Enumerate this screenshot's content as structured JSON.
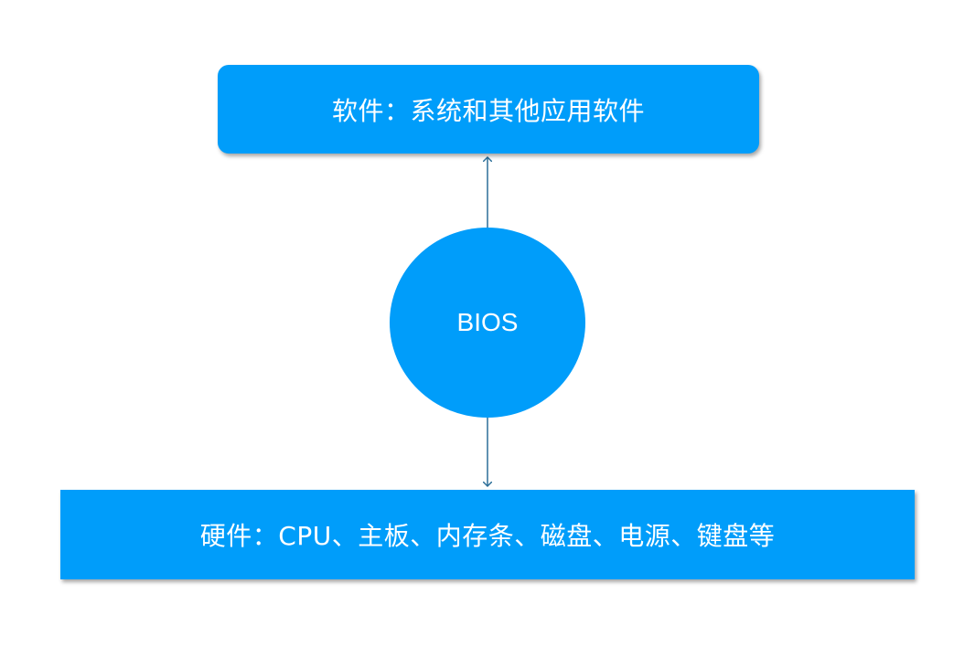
{
  "diagram": {
    "software_label": "软件：系统和其他应用软件",
    "bios_label": "BIOS",
    "hardware_label": "硬件：CPU、主板、内存条、磁盘、电源、键盘等"
  },
  "colors": {
    "box_fill": "#009dfa",
    "text": "#ffffff",
    "connector": "#2a6e98"
  }
}
